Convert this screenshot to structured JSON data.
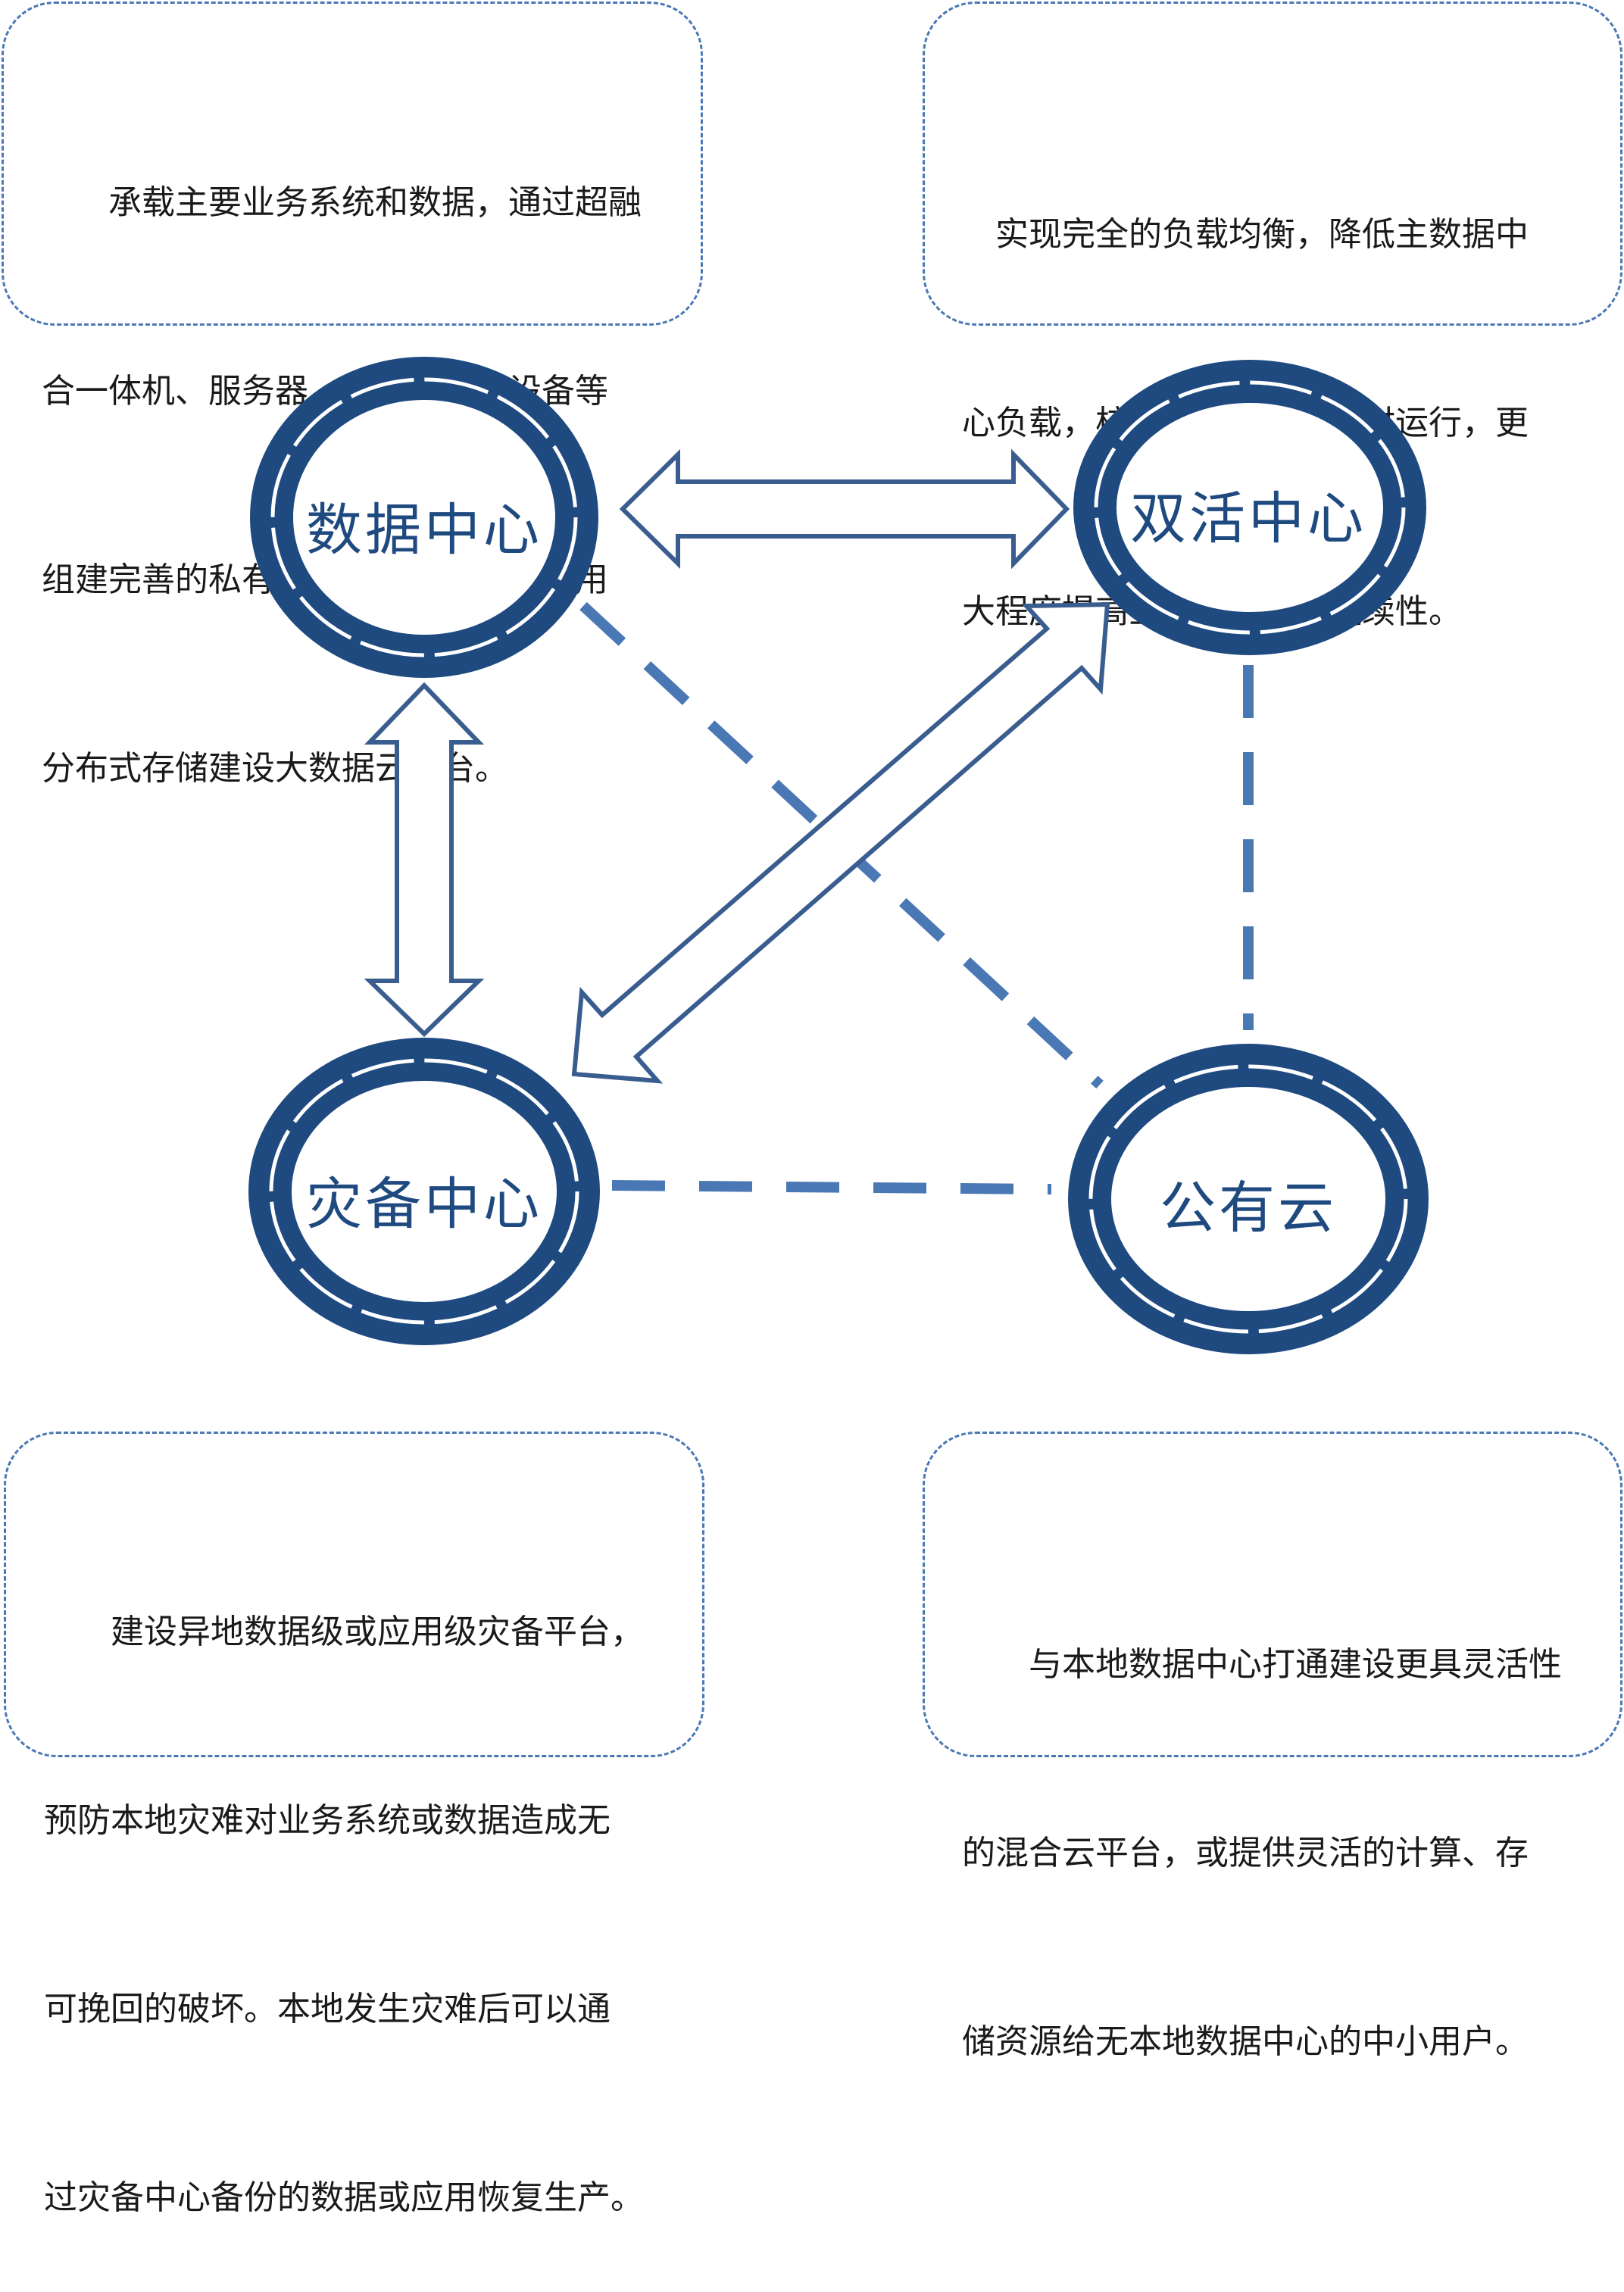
{
  "nodes": {
    "data_center": {
      "label": "数据中心"
    },
    "active_center": {
      "label": "双活中心"
    },
    "backup_center": {
      "label": "灾备中心"
    },
    "public_cloud": {
      "label": "公有云"
    }
  },
  "boxes": {
    "top_left": {
      "lines": [
        "　　承载主要业务系统和数据，通过超融",
        "合一体机、服务器、存储、网络设备等",
        "组建完善的私有云、混合云平台，利用",
        "分布式存储建设大数据云平台。"
      ]
    },
    "top_right": {
      "lines": [
        "　实现完全的负载均衡，降低主数据中",
        "心负载，核心业务双中心同时运行，更",
        "大程度提高业务可用性、连续性。"
      ]
    },
    "bottom_left": {
      "lines": [
        "　　建设异地数据级或应用级灾备平台，",
        "预防本地灾难对业务系统或数据造成无",
        "可挽回的破坏。本地发生灾难后可以通",
        "过灾备中心备份的数据或应用恢复生产。"
      ]
    },
    "bottom_right": {
      "lines": [
        "　　与本地数据中心打通建设更具灵活性",
        "的混合云平台，或提供灵活的计算、存",
        "储资源给无本地数据中心的中小用户。"
      ]
    }
  },
  "colors": {
    "ring": "#1f4a80",
    "arrow": "#3a5d8f",
    "dash_link": "#4a78b4",
    "box_border": "#4a78b4"
  }
}
